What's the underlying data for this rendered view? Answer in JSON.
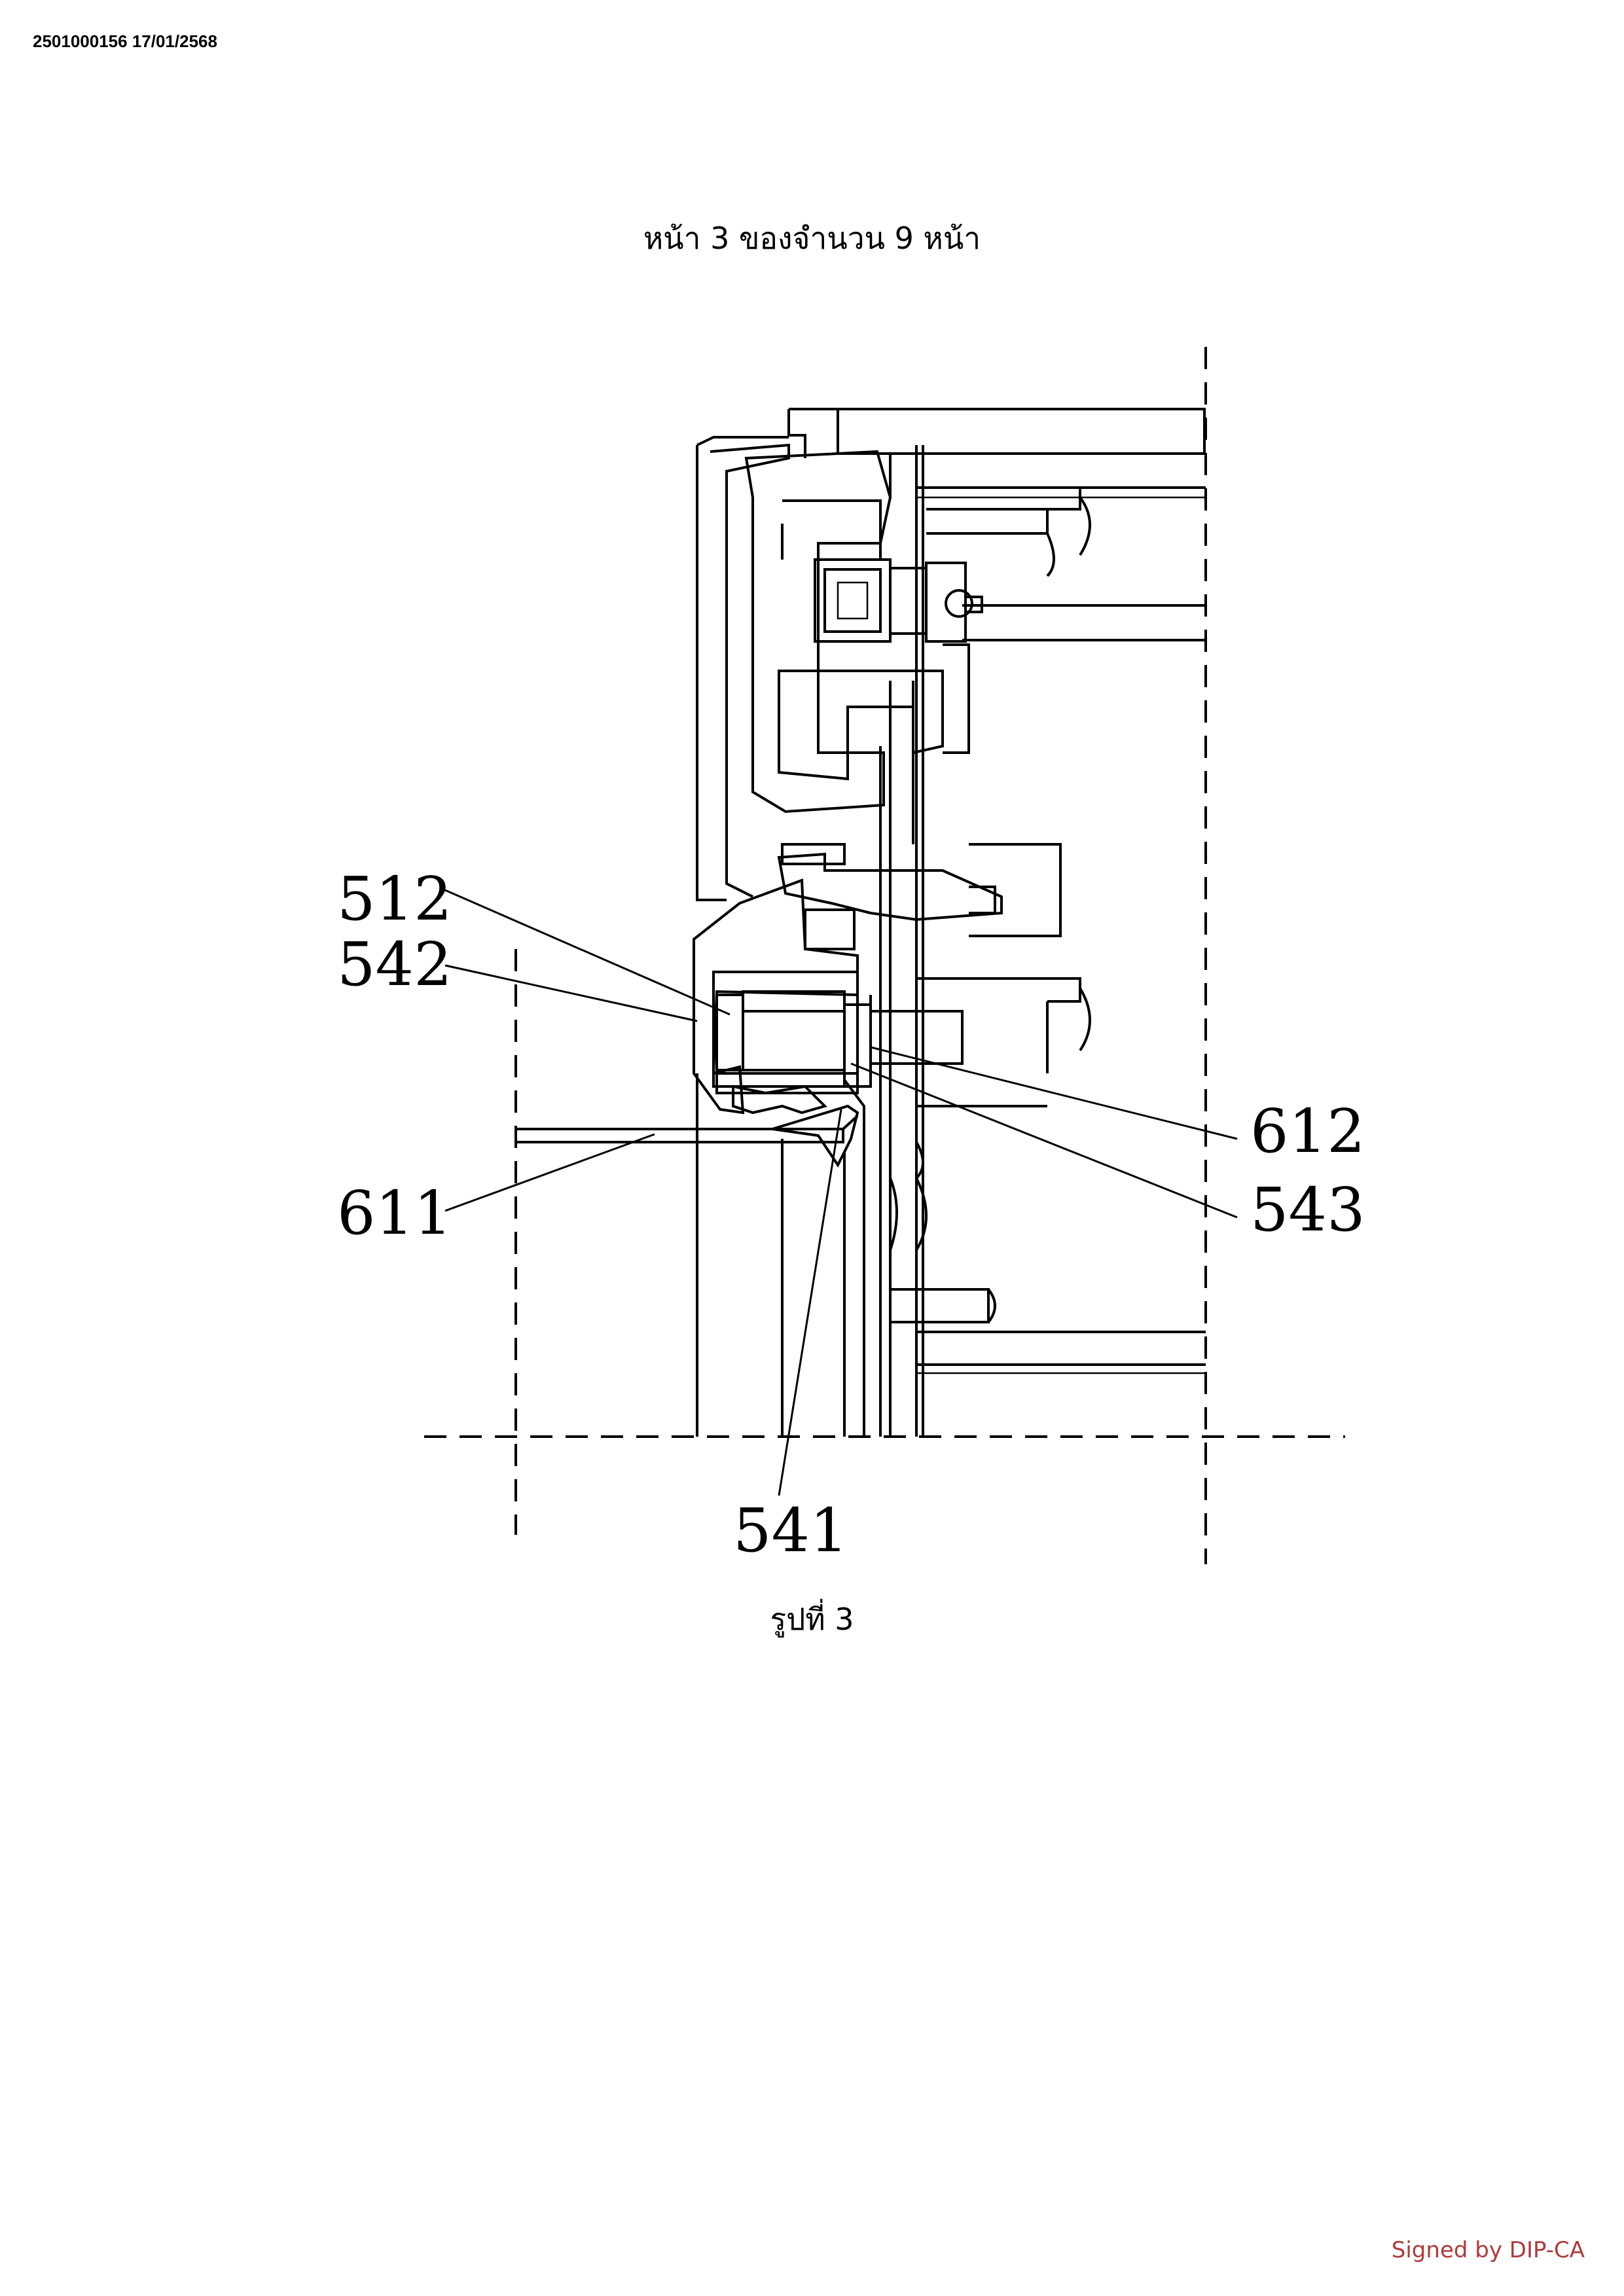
{
  "document": {
    "id_stamp": "2501000156 17/01/2568",
    "page_counter": "หน้า 3 ของจำนวน 9 หน้า",
    "figure_caption": "รูปที่ 3",
    "signature": "Signed by DIP-CA",
    "signature_color": "#b03a3a"
  },
  "figure": {
    "reference_labels": {
      "r512": "512",
      "r542": "542",
      "r611": "611",
      "r612": "612",
      "r543": "543",
      "r541": "541"
    }
  }
}
